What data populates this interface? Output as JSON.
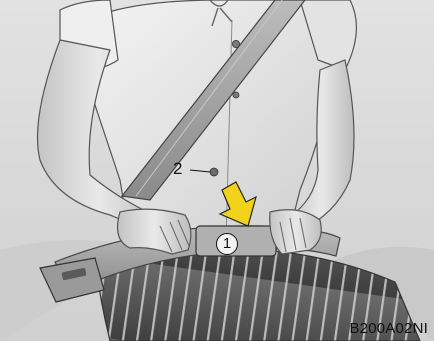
{
  "illustration": {
    "callout_1": "1",
    "callout_2": "2",
    "code": "B200A02NI",
    "arrow_color": "#f2d21a"
  }
}
